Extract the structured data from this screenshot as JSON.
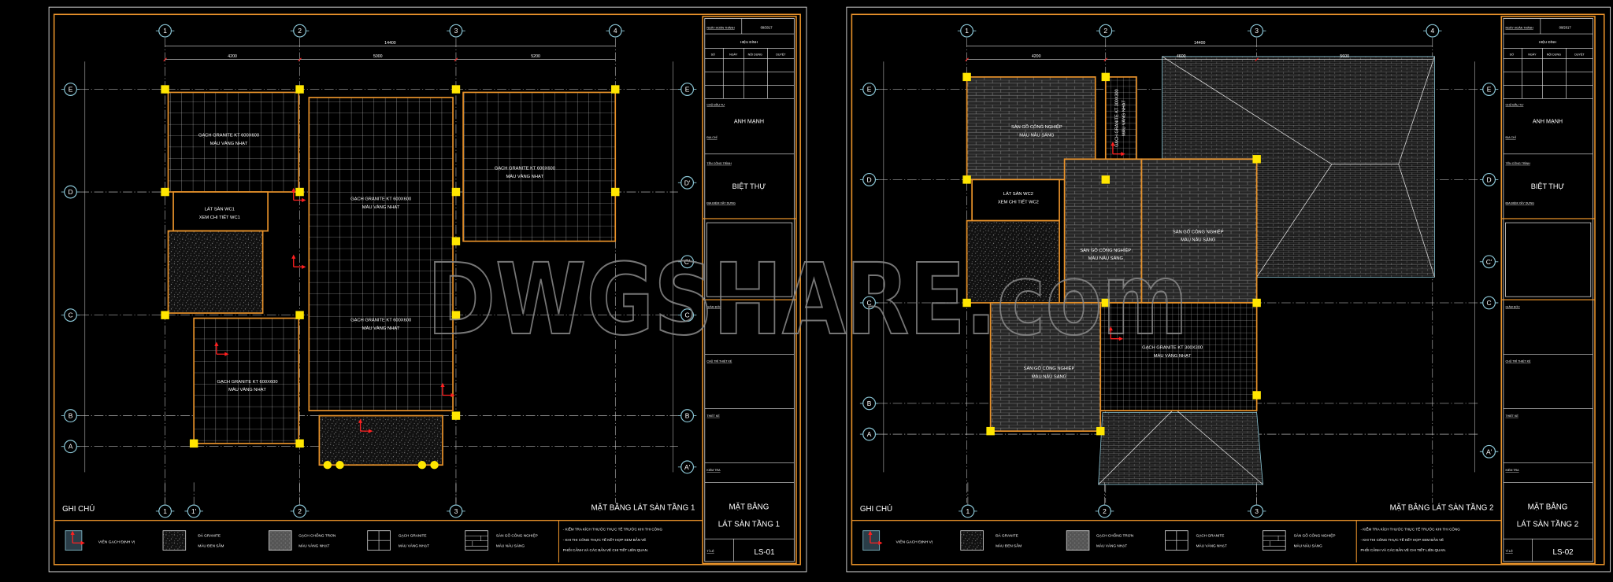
{
  "watermark": "DWGSHARE.com",
  "colors": {
    "background": "#000000",
    "frame": "#e8922a",
    "column": "#ffe600",
    "grid_bubble": "#8cc8d8",
    "marker": "#ff2020",
    "text": "#ffffff"
  },
  "legend": {
    "items": [
      {
        "icon": "layout-origin-arrow-icon",
        "line1": "VIÊN GẠCH ĐỊNH VỊ",
        "line2": ""
      },
      {
        "icon": "granite-speckle-swatch",
        "line1": "ĐÁ GRANITE",
        "line2": "MÀU ĐEN SẪM"
      },
      {
        "icon": "anti-slip-tile-swatch",
        "line1": "GẠCH CHỐNG TRƠN",
        "line2": "MÀU VÀNG NHẠT"
      },
      {
        "icon": "granite-tile-grid-swatch",
        "line1": "GẠCH GRANITE",
        "line2": "MÀU VÀNG NHẠT"
      },
      {
        "icon": "wood-floor-swatch",
        "line1": "SÀN GỖ CÔNG NGHIỆP",
        "line2": "MÀU NÂU SÁNG"
      }
    ],
    "notes": [
      "- KIỂM TRA KÍCH THƯỚC THỰC TẾ TRƯỚC KHI THI CÔNG",
      "- KHI THI CÔNG THỰC TẾ KẾT HỢP XEM BẢN VẼ",
      "PHỐI CẢNH VÀ CÁC BẢN VẼ CHI TIẾT LIÊN QUAN."
    ]
  },
  "title_block": {
    "completion_label": "NGÀY HOÀN THÀNH",
    "completion_date": "09/2017",
    "revision_heading": "HIỆU ĐÍNH",
    "revision_columns": [
      "SỐ",
      "NGÀY",
      "NỘI DUNG",
      "DUYỆT"
    ],
    "owner_label": "CHỦ ĐẦU TƯ",
    "owner": "ANH MẠNH",
    "address_label": "ĐỊA CHỈ",
    "project_label": "TÊN CÔNG TRÌNH",
    "project": "BIỆT THỰ",
    "location_label": "ĐỊA ĐIỂM XÂY DỰNG",
    "signatures": [
      "GIÁM ĐỐC",
      "CHỦ TRÌ THIẾT KẾ",
      "THIẾT KẾ",
      "KIỂM TRA"
    ],
    "scale_label": "TỈ LỆ"
  },
  "sheets": [
    {
      "notes_heading": "GHI CHÚ",
      "plan_title": "MẶT BẰNG LÁT SÀN TẦNG 1",
      "drawing_title": [
        "MẶT BẰNG",
        "LÁT SÀN TẦNG 1"
      ],
      "sheet_no": "LS-01",
      "grid_top": [
        "1",
        "2",
        "3",
        "4"
      ],
      "grid_bottom": [
        "1",
        "1'",
        "2",
        "3"
      ],
      "grid_left": [
        "E",
        "D",
        "C",
        "B",
        "A"
      ],
      "grid_right": [
        "E",
        "D'",
        "C'",
        "C",
        "B",
        "A'"
      ],
      "dims_top": {
        "total": "14400",
        "spans": [
          "4200",
          "5000",
          "5200"
        ]
      },
      "rooms": [
        {
          "line1": "GẠCH GRANITE KT 600X600",
          "line2": "MÀU VÀNG NHẠT"
        },
        {
          "line1": "LÁT SÀN WC1",
          "line2": "XEM CHI TIẾT WC1"
        },
        {
          "line1": "GẠCH GRANITE KT 600X600",
          "line2": "MÀU VÀNG NHẠT"
        },
        {
          "line1": "GẠCH GRANITE KT 600X600",
          "line2": "MÀU VÀNG NHẠT"
        },
        {
          "line1": "GẠCH GRANITE KT 600X600",
          "line2": "MÀU VÀNG NHẠT"
        },
        {
          "line1": "GẠCH GRANITE KT 600X600",
          "line2": "MÀU VÀNG NHẠT"
        }
      ]
    },
    {
      "notes_heading": "GHI CHÚ",
      "plan_title": "MẶT BẰNG LÁT SÀN TẦNG 2",
      "drawing_title": [
        "MẶT BẰNG",
        "LÁT SÀN TẦNG 2"
      ],
      "sheet_no": "LS-02",
      "grid_top": [
        "1",
        "2",
        "3",
        "4"
      ],
      "grid_bottom": [
        "1",
        "2",
        "3"
      ],
      "grid_left": [
        "E",
        "D",
        "C",
        "B",
        "A"
      ],
      "grid_right": [
        "E",
        "D",
        "C'",
        "C",
        "A'"
      ],
      "dims_top": {
        "total": "14400",
        "spans": [
          "4200",
          "4600",
          "5600"
        ]
      },
      "rooms": [
        {
          "line1": "SÀN GỖ CÔNG NGHIỆP",
          "line2": "MÀU NÂU SÁNG"
        },
        {
          "line1": "GẠCH GRANITE KT 300X300",
          "line2": "MÀU VÀNG NHẠT"
        },
        {
          "line1": "LÁT SÀN WC2",
          "line2": "XEM CHI TIẾT WC2"
        },
        {
          "line1": "SÀN GỖ CÔNG NGHIỆP",
          "line2": "MÀU NÂU SÁNG"
        },
        {
          "line1": "SÀN GỖ CÔNG NGHIỆP",
          "line2": "MÀU NÂU SÁNG"
        },
        {
          "line1": "SÀN GỖ CÔNG NGHIỆP",
          "line2": "MÀU NÂU SÁNG"
        },
        {
          "line1": "GẠCH GRANITE KT 300X300",
          "line2": "MÀU VÀNG NHẠT"
        }
      ]
    }
  ]
}
